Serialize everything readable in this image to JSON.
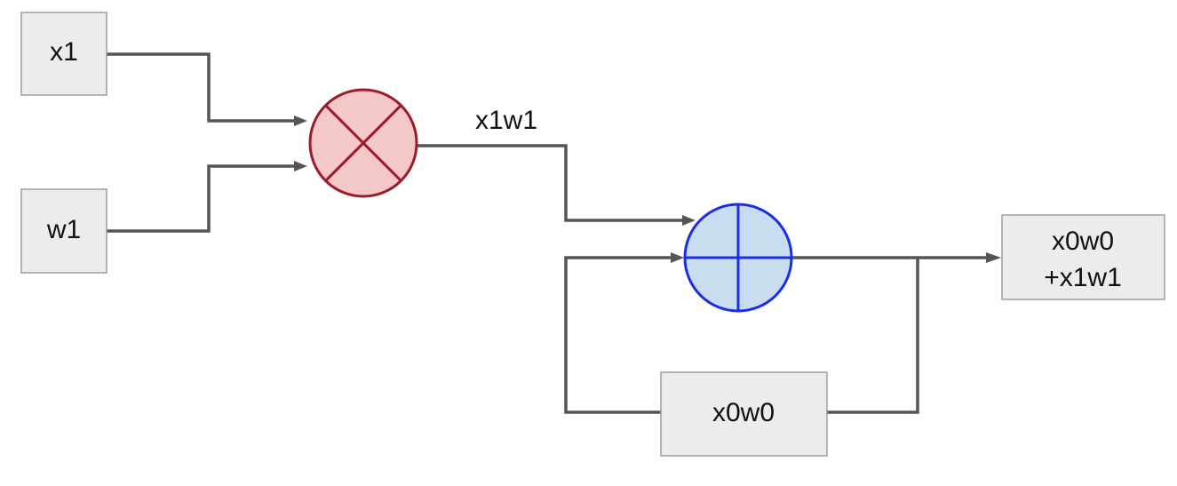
{
  "nodes": {
    "x1": {
      "label": "x1"
    },
    "w1": {
      "label": "w1"
    },
    "x0w0": {
      "label": "x0w0"
    },
    "output": {
      "line1": "x0w0",
      "line2": "+x1w1"
    }
  },
  "edges": {
    "product_label": "x1w1"
  },
  "operators": {
    "multiply": {
      "symbol": "multiply",
      "fill": "#f4c7c8",
      "stroke": "#9b1b2b"
    },
    "add": {
      "symbol": "add",
      "fill": "#c9ddf1",
      "stroke": "#1a2ee6"
    }
  },
  "colors": {
    "wire": "#555555",
    "box_fill": "#ececec",
    "box_stroke": "#9e9e9e"
  }
}
